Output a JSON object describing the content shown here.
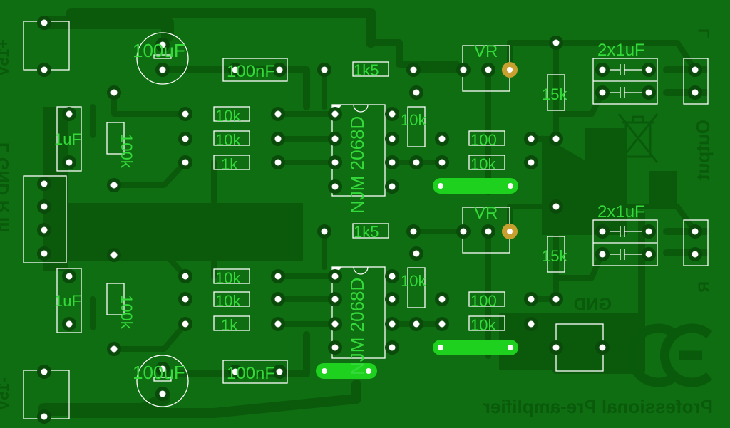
{
  "colors": {
    "board": "#0f6e11",
    "copper": "#0b5a0c",
    "silk": "#ffffff",
    "label": "#34d93a",
    "bottom_text": "#0a5a0b",
    "gold": "#c8a030",
    "jumper": "#1ed11e"
  },
  "labels": {
    "cap_100uf_top": "100uF",
    "cap_100nf_top": "100nF",
    "cap_100uf_bot": "100uF",
    "cap_100nf_bot": "100nF",
    "r_1k5_top": "1k5",
    "r_1k5_bot": "1k5",
    "r_10k_a1": "10k",
    "r_10k_a2": "10k",
    "r_1k_a": "1k",
    "r_10k_b1": "10k",
    "r_10k_b2": "10k",
    "r_1k_b": "1k",
    "ic_top": "NJM 2068D",
    "ic_bot": "NJM 2068D",
    "r_10k_v_top": "10k",
    "r_10k_v_bot": "10k",
    "r_100_top": "100",
    "r_10k_h_top": "10k",
    "r_100_bot": "100",
    "r_10k_h_bot": "10k",
    "vr_top": "VR",
    "vr_bot": "VR",
    "r_15k_top": "15k",
    "r_15k_bot": "15k",
    "cap_2x1uf_top": "2x1uF",
    "cap_2x1uf_bot": "2x1uF",
    "cap_1uf_left_top": "1uF",
    "cap_1uf_left_bot": "1uF",
    "r_100k_top": "100k",
    "r_100k_bot": "100k",
    "mirror_plus_15v": "+15V",
    "mirror_minus_15v": "-15V",
    "mirror_input": "L GND R in",
    "mirror_output": "Output",
    "mirror_l": "L",
    "mirror_r": "R",
    "mirror_gnd": "GND",
    "mirror_footer": "Professional Pre-amplifier",
    "ce_mark": "CE"
  }
}
